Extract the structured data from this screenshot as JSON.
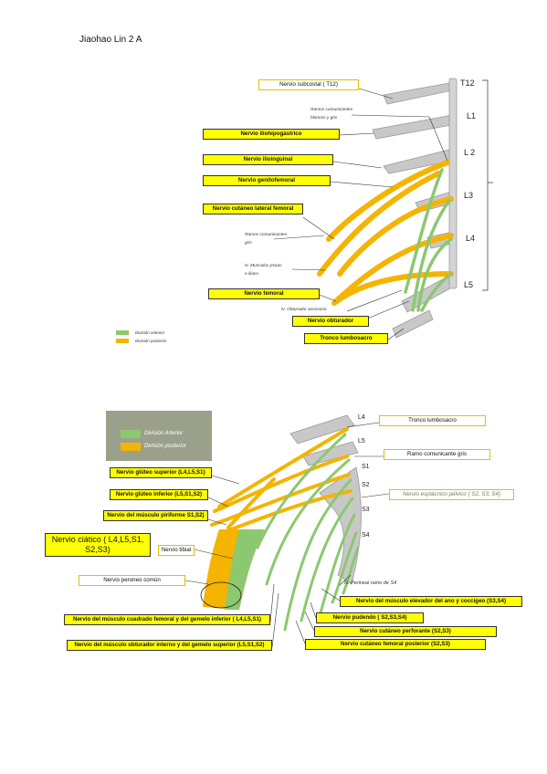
{
  "author": "Jiaohao Lin 2 A",
  "colors": {
    "anterior": "#8cc870",
    "posterior": "#f4b400",
    "label_bg": "#ffff00",
    "bone": "#c8c8c8"
  },
  "fig1": {
    "levels": [
      "T12",
      "L1",
      "L 2",
      "L3",
      "L4",
      "L5"
    ],
    "labels": {
      "subcostal": "Nervio subcostal ( T12)",
      "iliohipogastrico": "Nervio iliohipogástrico",
      "ilioinguinal": "Nervio ilioinguinal",
      "genitofemoral": "Nervio genitofemoral",
      "cutaneo_lateral": "Nervio cutáneo lateral femoral",
      "femoral": "Nervio femoral",
      "obturador": "Nervio obturador",
      "tronco": "Tronco lumbosacro"
    },
    "annotations": {
      "ramos1a": "Ramos comunicantes",
      "ramos1b": "blancos y gris",
      "ramos2a": "Ramos comunicantes",
      "ramos2b": "gris",
      "psoas1": "N. Musculos psoas",
      "psoas2": "e iliaco",
      "obt_acc": "N. Obturador accesorio"
    },
    "legend": {
      "anterior": "División anterior",
      "posterior": "División posterior"
    }
  },
  "fig2": {
    "levels": [
      "L4",
      "L5",
      "S1",
      "S2",
      "S3",
      "S4"
    ],
    "legend": {
      "anterior": "División Arterior",
      "posterior": "División posterior"
    },
    "labels": {
      "tronco": "Tronco lumbosacro",
      "ramo_gris": "Ramo comunicante gris",
      "esplacnico": "Nervio esplácnico pélvico ( S2, S3, S4)",
      "gluteo_sup": "Nervio glúteo superior (L4,L5,S1)",
      "gluteo_inf": "Nervio glúteo inferior (L5,S1,S2)",
      "piriforme": "Nervio del músculo piriforme S1,S2)",
      "ciatico": "Nervio ciático ( L4,L5,S1, S2,S3)",
      "tibial": "Nervio tibial",
      "peroneo": "Nervio peroneo común",
      "cuadrado": "Nervio del músculo cuadrado femoral y del gemelo inferior ( L4,L5,S1)",
      "obt_interno": "Nervio del músculo obturador interno y del gemelo superior (L5,S1,S2)",
      "elevador": "Nervio del músculo elevador del ano y coccígeo (S3,S4)",
      "pudendo": "Nervio pudendo ( S2,S3,S4)",
      "perforante": "Nervio cutáneo perforante (S2,S3)",
      "femoral_post": "Nervio cutáneo femoral posterior (S2,S3)"
    },
    "annotations": {
      "perineal": "N. Perineal ramo de S4"
    }
  }
}
